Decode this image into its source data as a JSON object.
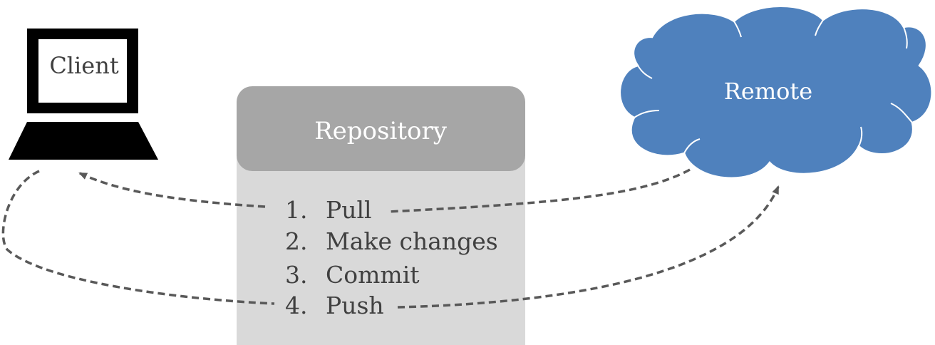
{
  "client": {
    "label": "Client"
  },
  "repository": {
    "title": "Repository",
    "steps": [
      {
        "number": "1.",
        "label": "Pull"
      },
      {
        "number": "2.",
        "label": "Make changes"
      },
      {
        "number": "3.",
        "label": "Commit"
      },
      {
        "number": "4.",
        "label": "Push"
      }
    ]
  },
  "remote": {
    "label": "Remote"
  },
  "colors": {
    "cloud_fill": "#4F81BD",
    "cloud_stroke": "#FFFFFF",
    "repo_header": "#A6A6A6",
    "repo_body": "#D9D9D9",
    "arrow": "#595959",
    "laptop": "#000000",
    "text_dark": "#404040",
    "text_light": "#FFFFFF"
  },
  "icons": {
    "client": "laptop-icon",
    "remote": "cloud-icon"
  }
}
